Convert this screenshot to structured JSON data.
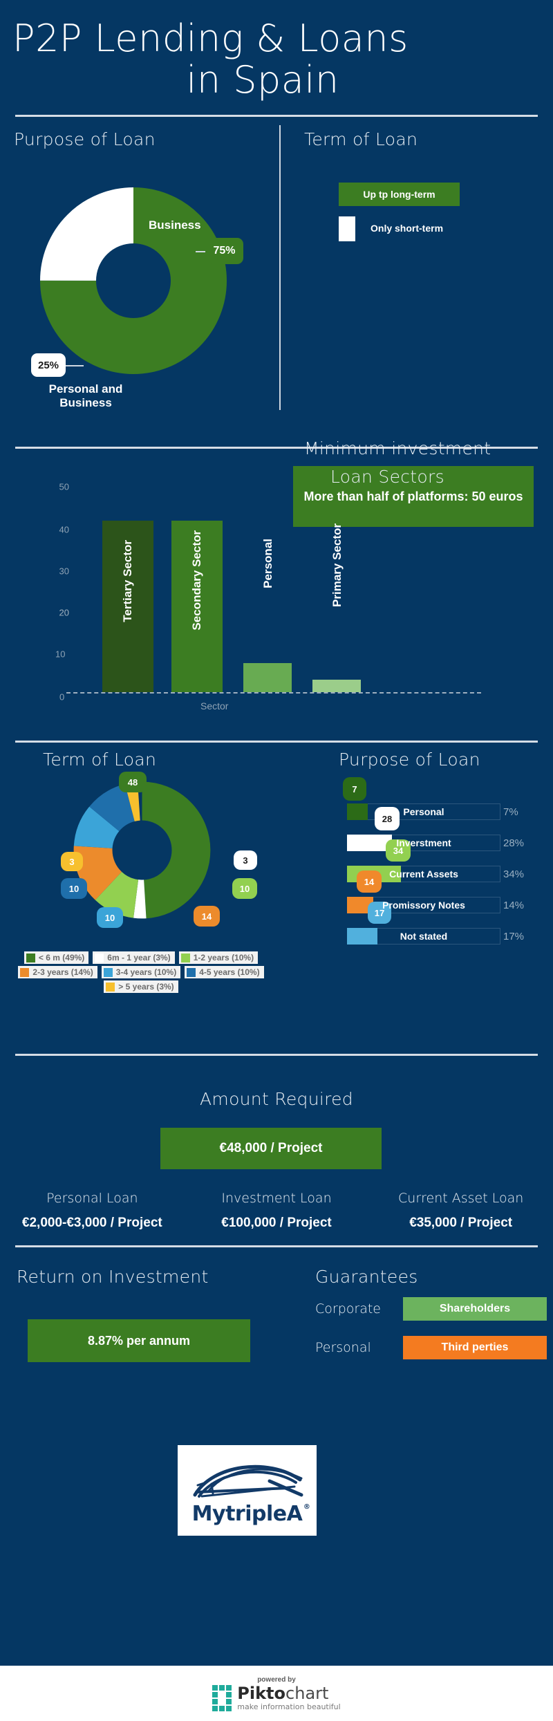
{
  "page": {
    "bg_color": "#053763",
    "accent_green": "#3c7d22",
    "title_line1": "P2P Lending & Loans",
    "title_line2": "in Spain"
  },
  "purpose_top": {
    "title": "Purpose of Loan",
    "slices": [
      {
        "label": "Business",
        "value": "75%",
        "color": "#3c7d22"
      },
      {
        "label": "Personal and Business",
        "value": "25%",
        "color": "#ffffff"
      }
    ]
  },
  "term_top": {
    "title": "Term of Loan",
    "chip_label": "Up tp long-term",
    "swatch_label": "Only short-term"
  },
  "minimum_investment": {
    "title": "Minimum investment",
    "box_text": "More than half of platforms: 50 euros"
  },
  "sectors_chart": {
    "title": "Loan Sectors"
  },
  "term_donut": {
    "title": "Term of Loan",
    "bubbles": [
      "48",
      "3",
      "10",
      "14",
      "10",
      "10",
      "3"
    ],
    "legend": [
      {
        "label": "< 6 m (49%)",
        "color": "#3c7d22"
      },
      {
        "label": "6m - 1 year (3%)",
        "color": "#ffffff"
      },
      {
        "label": "1-2 years (10%)",
        "color": "#92d050"
      },
      {
        "label": "2-3 years (14%)",
        "color": "#ec8b2c"
      },
      {
        "label": "3-4 years (10%)",
        "color": "#3ba4d8"
      },
      {
        "label": "4-5 years (10%)",
        "color": "#1f6fab"
      },
      {
        "label": "> 5 years (3%)",
        "color": "#f7c02e"
      }
    ]
  },
  "purpose_bars": {
    "title": "Purpose of Loan"
  },
  "amount_required": {
    "title": "Amount Required",
    "headline": "€48,000 / Project",
    "columns": [
      {
        "caption": "Personal Loan",
        "value": "€2,000-€3,000 / Project"
      },
      {
        "caption": "Investment Loan",
        "value": "€100,000 / Project"
      },
      {
        "caption": "Current Asset Loan",
        "value": "€35,000 / Project"
      }
    ]
  },
  "roi": {
    "title": "Return on Investment",
    "value": "8.87% per annum"
  },
  "guarantees": {
    "title": "Guarantees",
    "rows": [
      {
        "caption": "Corporate",
        "chip": "Shareholders",
        "color": "#6cb35e"
      },
      {
        "caption": "Personal",
        "chip": "Third perties",
        "color": "#f47b20"
      }
    ]
  },
  "brand": {
    "name": "MytripleA",
    "mark": "®"
  },
  "footer": {
    "powered_by": "powered by",
    "brand_bold": "Pikto",
    "brand_light": "chart",
    "tagline": "make information beautiful",
    "color": "#1fab9b"
  },
  "chart_data": [
    {
      "type": "pie",
      "title": "Purpose of Loan",
      "labels": [
        "Business",
        "Personal and Business"
      ],
      "values": [
        75,
        25
      ],
      "colors": [
        "#3c7d22",
        "#ffffff"
      ],
      "legend": "callouts",
      "unit": "%"
    },
    {
      "type": "bar",
      "title": "Loan Sectors",
      "categories": [
        "Tertiary Sector",
        "Secondary Sector",
        "Personal",
        "Primary Sector"
      ],
      "values": [
        42,
        42,
        7,
        3
      ],
      "colors": [
        "#2c541a",
        "#3c7d22",
        "#68ab52",
        "#9bcd8a"
      ],
      "xlabel": "Sector",
      "ylabel": "",
      "ylim": [
        0,
        50
      ],
      "yticks": [
        0,
        10,
        20,
        30,
        40,
        50
      ],
      "grid": false
    },
    {
      "type": "pie",
      "title": "Term of Loan",
      "labels": [
        "< 6 m",
        "6m - 1 year",
        "1-2 years",
        "2-3 years",
        "3-4 years",
        "4-5 years",
        "> 5 years"
      ],
      "values": [
        48,
        3,
        10,
        14,
        10,
        10,
        3
      ],
      "percents": [
        49,
        3,
        10,
        14,
        10,
        10,
        3
      ],
      "colors": [
        "#3c7d22",
        "#ffffff",
        "#92d050",
        "#ec8b2c",
        "#3ba4d8",
        "#1f6fab",
        "#f7c02e"
      ],
      "legend": "bottom",
      "unit": "%"
    },
    {
      "type": "bar",
      "orientation": "horizontal",
      "title": "Purpose of Loan",
      "categories": [
        "Personal",
        "Inverstment",
        "Current Assets",
        "Promissory Notes",
        "Not stated"
      ],
      "values": [
        7,
        28,
        34,
        14,
        17
      ],
      "value_labels": [
        "7%",
        "28%",
        "34%",
        "14%",
        "17%"
      ],
      "bubbles": [
        "7",
        "28",
        "34",
        "14",
        "17"
      ],
      "colors": [
        "#2c6b17",
        "#ffffff",
        "#92d050",
        "#f0892b",
        "#51b0dd"
      ],
      "xlim": [
        0,
        50
      ],
      "grid": false
    }
  ]
}
